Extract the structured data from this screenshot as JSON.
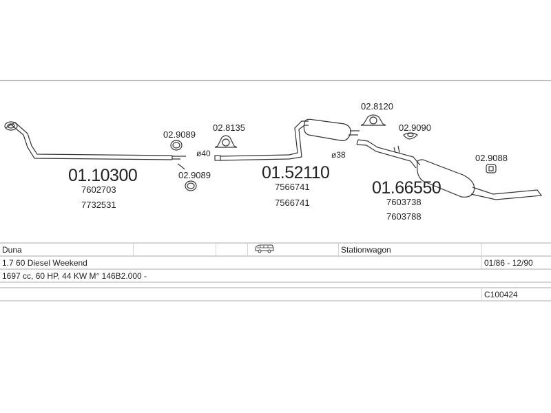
{
  "parts": {
    "front_pipe": {
      "part_no": "01.10300",
      "oem_1": "7602703",
      "oem_2": "7732531"
    },
    "centre_silencer": {
      "part_no": "01.52110",
      "oem_1": "7566741",
      "oem_2": "7566741"
    },
    "rear_silencer": {
      "part_no": "01.66550",
      "oem_1": "7603738",
      "oem_2": "7603788"
    },
    "clamp_upper": {
      "part_no": "02.9089"
    },
    "clamp_lower": {
      "part_no": "02.9089"
    },
    "gasket_joint": {
      "part_no": "02.8135",
      "diameter": "ø40"
    },
    "hanger_mid": {
      "part_no": "02.8120",
      "diameter": "ø38"
    },
    "rubber_mount": {
      "part_no": "02.9090"
    },
    "rear_mount": {
      "part_no": "02.9088"
    }
  },
  "vehicle": {
    "model": "Duna",
    "body": "Stationwagon",
    "engine": "1.7 60 Diesel Weekend",
    "years": "01/86 - 12/90",
    "spec": "1697 cc, 60 HP, 44 KW M° 146B2.000 -",
    "code": "C100424",
    "body_icon": "car-icon"
  }
}
